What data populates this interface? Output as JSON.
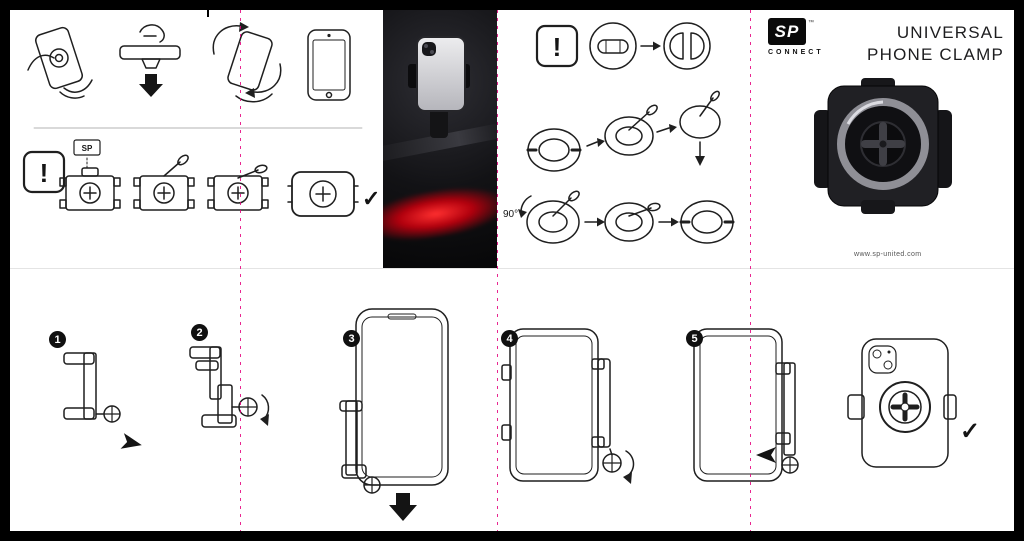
{
  "meta": {
    "brand": "SP",
    "brand_sub": "CONNECT",
    "tm": "™",
    "title_line1": "UNIVERSAL",
    "title_line2": "PHONE CLAMP",
    "website": "www.sp-united.com"
  },
  "labels": {
    "warning": "!",
    "rotate": "90°",
    "check": "✓"
  },
  "steps": [
    {
      "num": "1"
    },
    {
      "num": "2"
    },
    {
      "num": "3"
    },
    {
      "num": "4"
    },
    {
      "num": "5"
    }
  ],
  "colors": {
    "fold_line": "#e5007d",
    "ink": "#1f1f1f",
    "photo_glow": "#c40000",
    "frame": "#000000"
  }
}
